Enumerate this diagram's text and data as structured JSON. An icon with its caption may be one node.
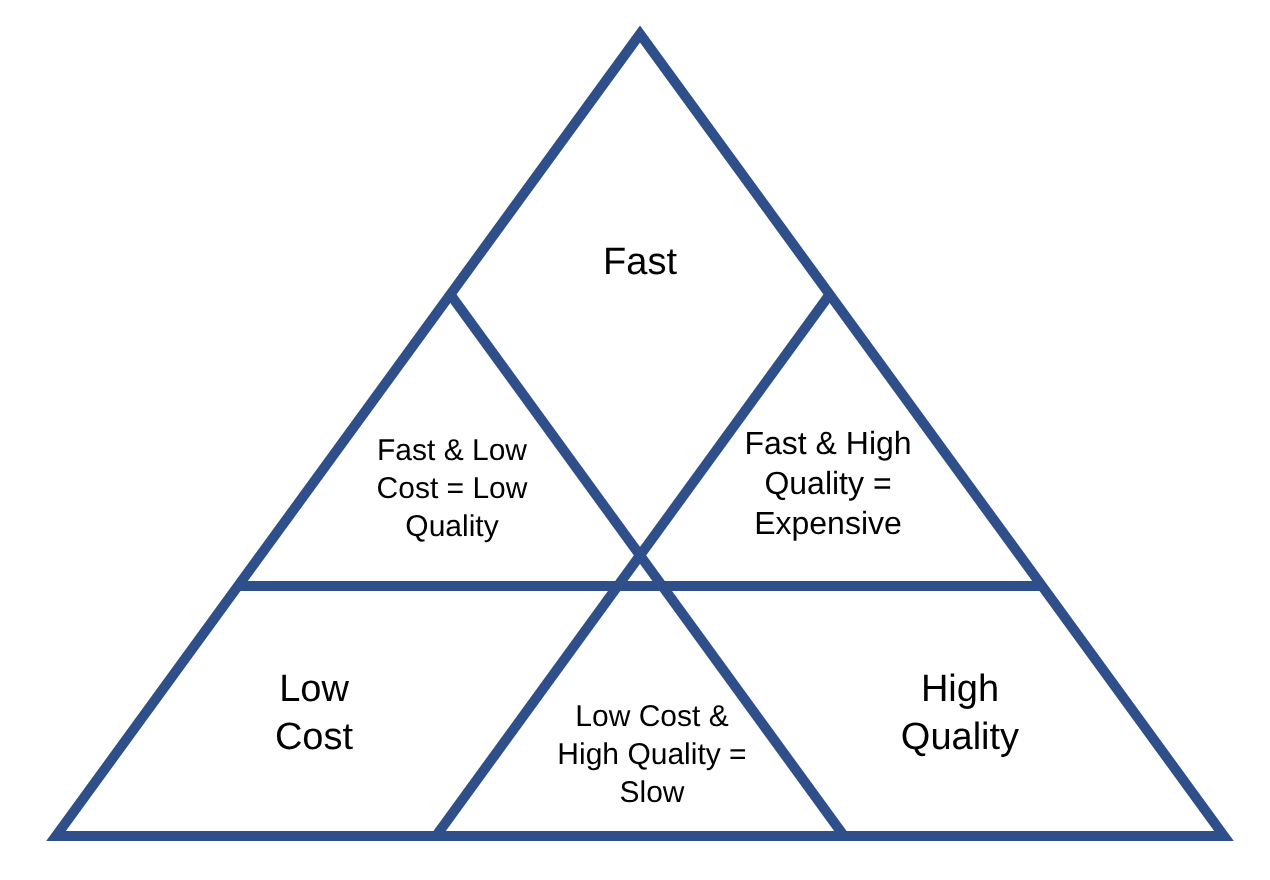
{
  "diagram": {
    "nodes": [
      {
        "text": [
          "Fast"
        ]
      },
      {
        "text": [
          "Fast & Low Cost = Low Quality"
        ]
      },
      {
        "text": [
          "Fast & High Quality = Expensive"
        ]
      },
      {
        "text": [
          "Low Cost"
        ]
      },
      {
        "text": [
          "Low Cost & High Quality = Slow"
        ]
      },
      {
        "text": [
          "High Quality"
        ]
      }
    ]
  }
}
